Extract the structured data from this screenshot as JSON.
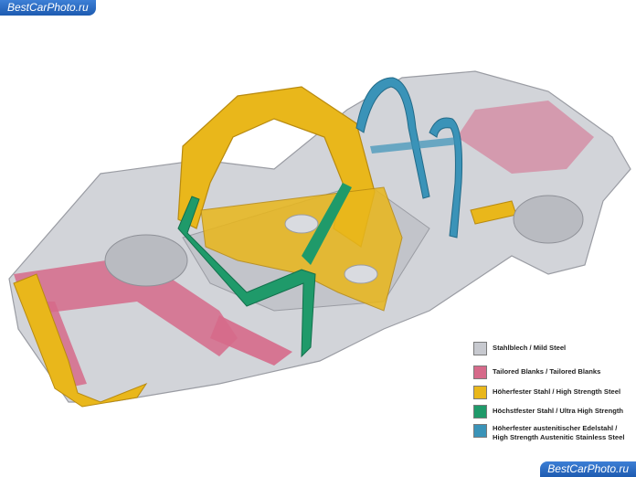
{
  "watermark": {
    "top": "BestCarPhoto.ru",
    "bottom": "BestCarPhoto.ru"
  },
  "colors": {
    "mild_steel": "#c7c9cf",
    "tailored_blanks": "#d66a8a",
    "high_strength": "#e9b71b",
    "ultra_high_strength": "#1f9a6a",
    "austenitic_stainless": "#3a93b8",
    "chassis_base": "#d2d4d9"
  },
  "legend": {
    "items": [
      {
        "label": "Stahlblech / Mild Steel",
        "color": "#c7c9cf"
      },
      {
        "label": "Tailored Blanks / Tailored Blanks",
        "color": "#d66a8a"
      },
      {
        "label": "Höherfester Stahl / High Strength Steel",
        "color": "#e9b71b"
      },
      {
        "label": "Höchstfester Stahl / Ultra High Strength",
        "color": "#1f9a6a"
      },
      {
        "label": "Höherfester austenitischer Edelstahl /\nHigh Strength Austenitic Stainless Steel",
        "color": "#3a93b8"
      }
    ]
  }
}
